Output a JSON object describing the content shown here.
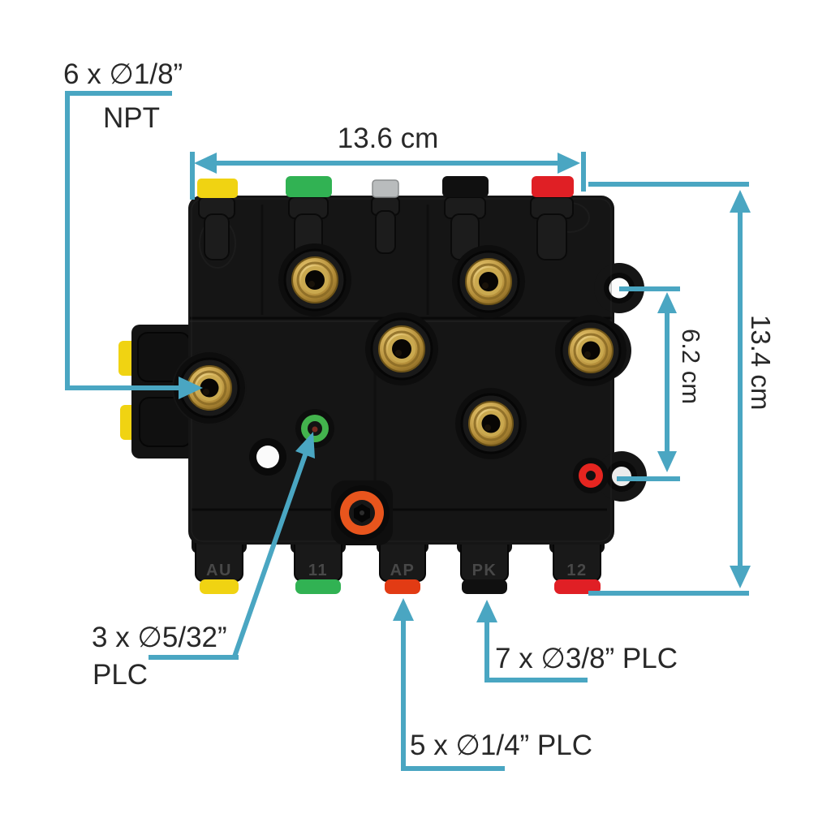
{
  "colors": {
    "dimension_line": "#4aa6c2",
    "label_text": "#282828",
    "block_body": "#151515",
    "cap_yellow": "#f0d312",
    "cap_green": "#31b253",
    "cap_silver": "#b9bcbd",
    "cap_black": "#101010",
    "cap_red": "#e01f25",
    "cap_orange": "#e8551d",
    "bottom_cap_orange": "#e23b14",
    "port_green_ring": "#43b34d",
    "port_red_ring": "#e52520",
    "brass": "#c9a54e"
  },
  "annotations": {
    "fitting_npt": {
      "line1": "6 x ∅1/8”",
      "line2": "NPT"
    },
    "dim_width": "13.6 cm",
    "dim_height": "13.4 cm",
    "dim_mount_holes": "6.2 cm",
    "fitting_5_32": {
      "line1": "3 x ∅5/32”",
      "line2": "PLC"
    },
    "fitting_3_8": "7 x ∅3/8” PLC",
    "fitting_1_4": "5 x ∅1/4” PLC"
  },
  "valve_block": {
    "bottom_port_labels": [
      "AU",
      "11",
      "AP",
      "PK",
      "12"
    ]
  }
}
